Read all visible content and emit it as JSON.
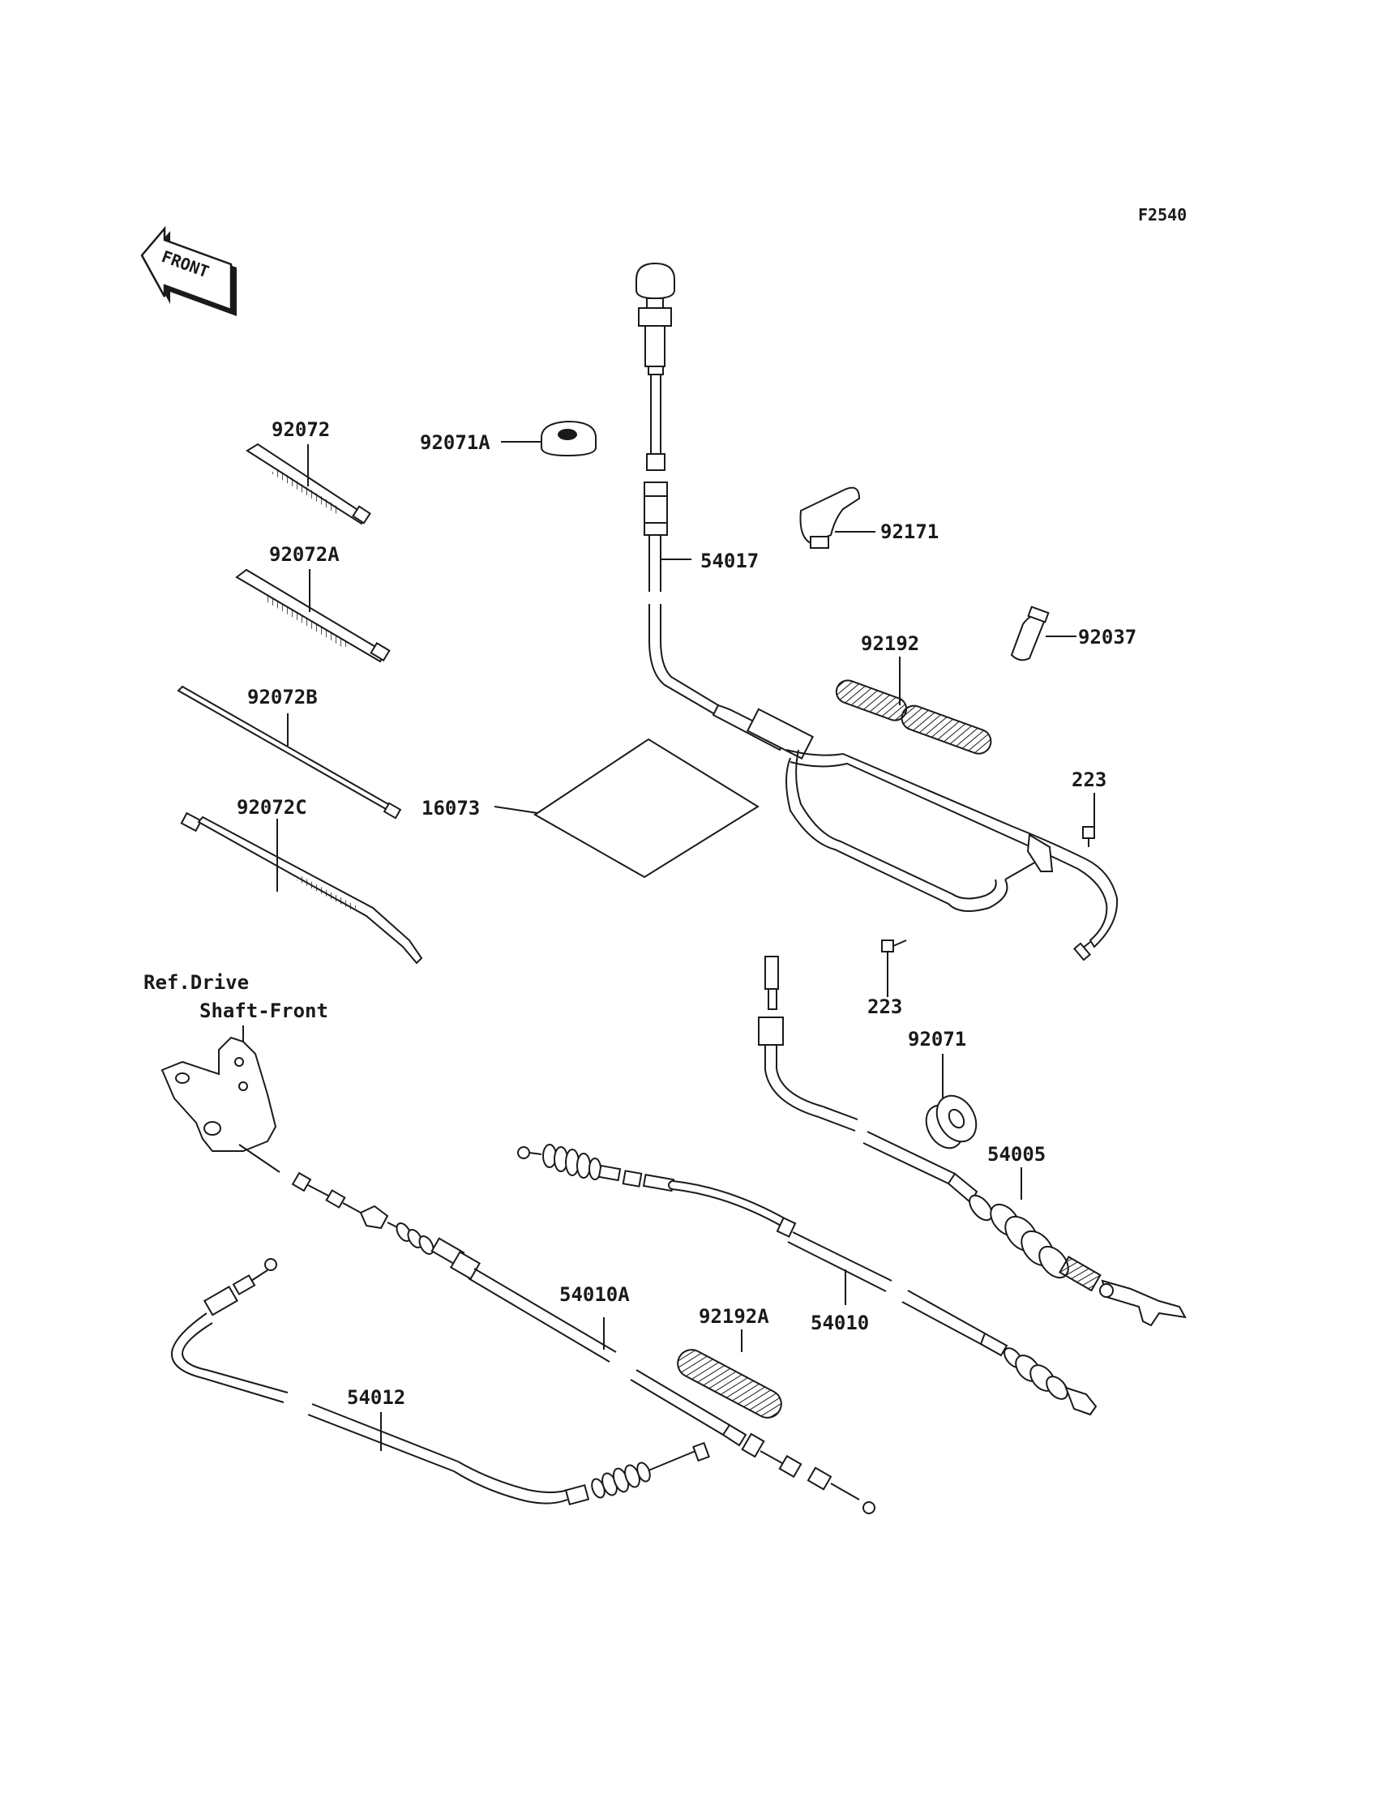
{
  "diagram": {
    "code": "F2540",
    "front_arrow": "FRONT",
    "ref_label": [
      "Ref.Drive",
      "Shaft-Front"
    ],
    "parts": [
      {
        "id": "92072",
        "label": "92072"
      },
      {
        "id": "92072A",
        "label": "92072A"
      },
      {
        "id": "92072B",
        "label": "92072B"
      },
      {
        "id": "92072C",
        "label": "92072C"
      },
      {
        "id": "92071A",
        "label": "92071A"
      },
      {
        "id": "54017",
        "label": "54017"
      },
      {
        "id": "92171",
        "label": "92171"
      },
      {
        "id": "92192",
        "label": "92192"
      },
      {
        "id": "92037",
        "label": "92037"
      },
      {
        "id": "16073",
        "label": "16073"
      },
      {
        "id": "223a",
        "label": "223"
      },
      {
        "id": "223b",
        "label": "223"
      },
      {
        "id": "92071",
        "label": "92071"
      },
      {
        "id": "54005",
        "label": "54005"
      },
      {
        "id": "54010A",
        "label": "54010A"
      },
      {
        "id": "92192A",
        "label": "92192A"
      },
      {
        "id": "54010",
        "label": "54010"
      },
      {
        "id": "54012",
        "label": "54012"
      }
    ]
  }
}
